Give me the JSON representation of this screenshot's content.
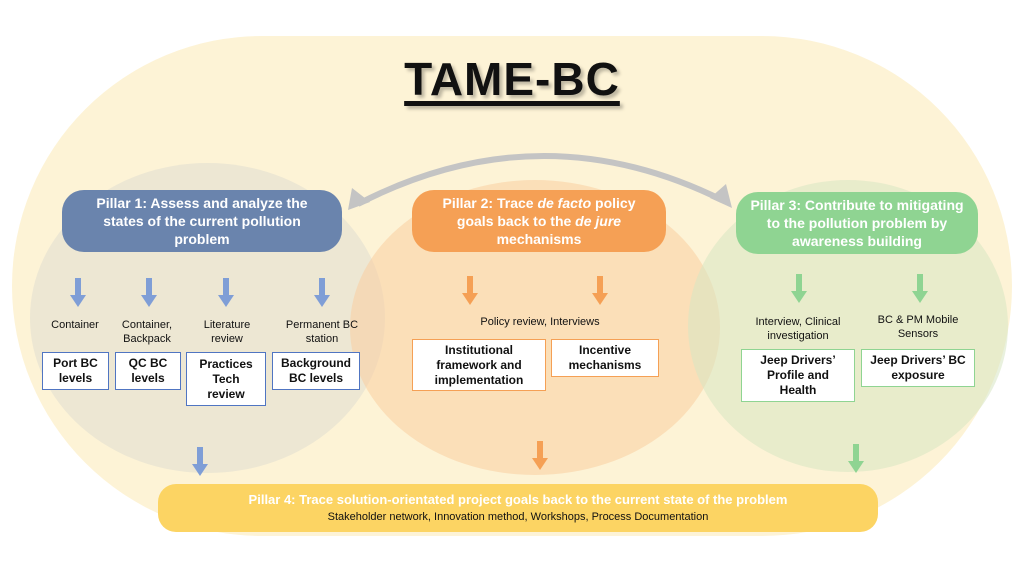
{
  "title": "TAME-BC",
  "colors": {
    "pillar1": "#6a84ad",
    "pillar2": "#f5a055",
    "pillar3": "#8fd492",
    "pillar4": "#fcd463",
    "background_oval": "#fdf3d6"
  },
  "pillar1": {
    "label_parts": [
      "Pillar 1: Assess and analyze the states of the current pollution problem"
    ],
    "columns": [
      {
        "method": "Container",
        "output": "Port BC levels"
      },
      {
        "method": "Container, Backpack",
        "output": "QC BC levels"
      },
      {
        "method": "Literature review",
        "output": "Practices Tech review"
      },
      {
        "method": "Permanent BC station",
        "output": "Background BC levels"
      }
    ]
  },
  "pillar2": {
    "label_a": "Pillar 2: Trace ",
    "label_b": "de facto",
    "label_c": " policy goals back to the ",
    "label_d": "de jure",
    "label_e": " mechanisms",
    "method": "Policy review, Interviews",
    "outputs": [
      "Institutional framework and implementation",
      "Incentive mechanisms"
    ]
  },
  "pillar3": {
    "label": "Pillar 3: Contribute to mitigating to the pollution problem by awareness building",
    "columns": [
      {
        "method": "Interview, Clinical investigation",
        "output": "Jeep Drivers’ Profile and Health"
      },
      {
        "method": "BC & PM Mobile Sensors",
        "output": "Jeep Drivers’ BC exposure"
      }
    ]
  },
  "pillar4": {
    "label": "Pillar 4: Trace solution-orientated project goals back to the current state of the problem",
    "methods": "Stakeholder network, Innovation method, Workshops, Process Documentation"
  }
}
